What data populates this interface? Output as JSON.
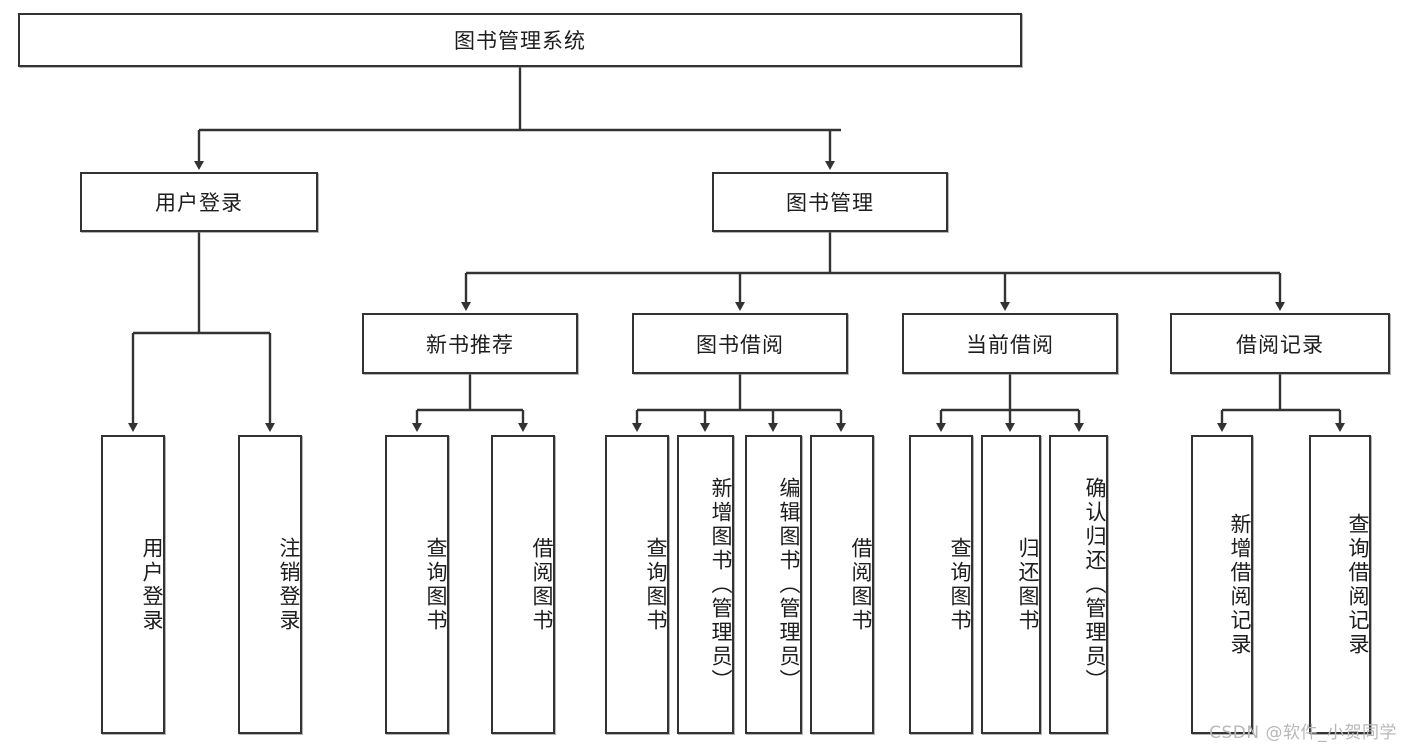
{
  "diagram": {
    "title": "图书管理系统",
    "watermark": "CSDN @软件_小贺同学",
    "root": {
      "label": "图书管理系统"
    },
    "level2": [
      {
        "label": "用户登录"
      },
      {
        "label": "图书管理"
      }
    ],
    "level3": [
      {
        "label": "新书推荐"
      },
      {
        "label": "图书借阅"
      },
      {
        "label": "当前借阅"
      },
      {
        "label": "借阅记录"
      }
    ],
    "leaves": [
      {
        "label": "用户登录"
      },
      {
        "label": "注销登录"
      },
      {
        "label": "查询图书"
      },
      {
        "label": "借阅图书"
      },
      {
        "label": "查询图书"
      },
      {
        "label": "新增图书（管理员）"
      },
      {
        "label": "编辑图书（管理员）"
      },
      {
        "label": "借阅图书"
      },
      {
        "label": "查询图书"
      },
      {
        "label": "归还图书"
      },
      {
        "label": "确认归还（管理员）"
      },
      {
        "label": "新增借阅记录"
      },
      {
        "label": "查询借阅记录"
      }
    ]
  },
  "colors": {
    "stroke": "#333333",
    "background": "#ffffff",
    "text": "#1d1d1d",
    "watermark": "#b8b8b8"
  }
}
